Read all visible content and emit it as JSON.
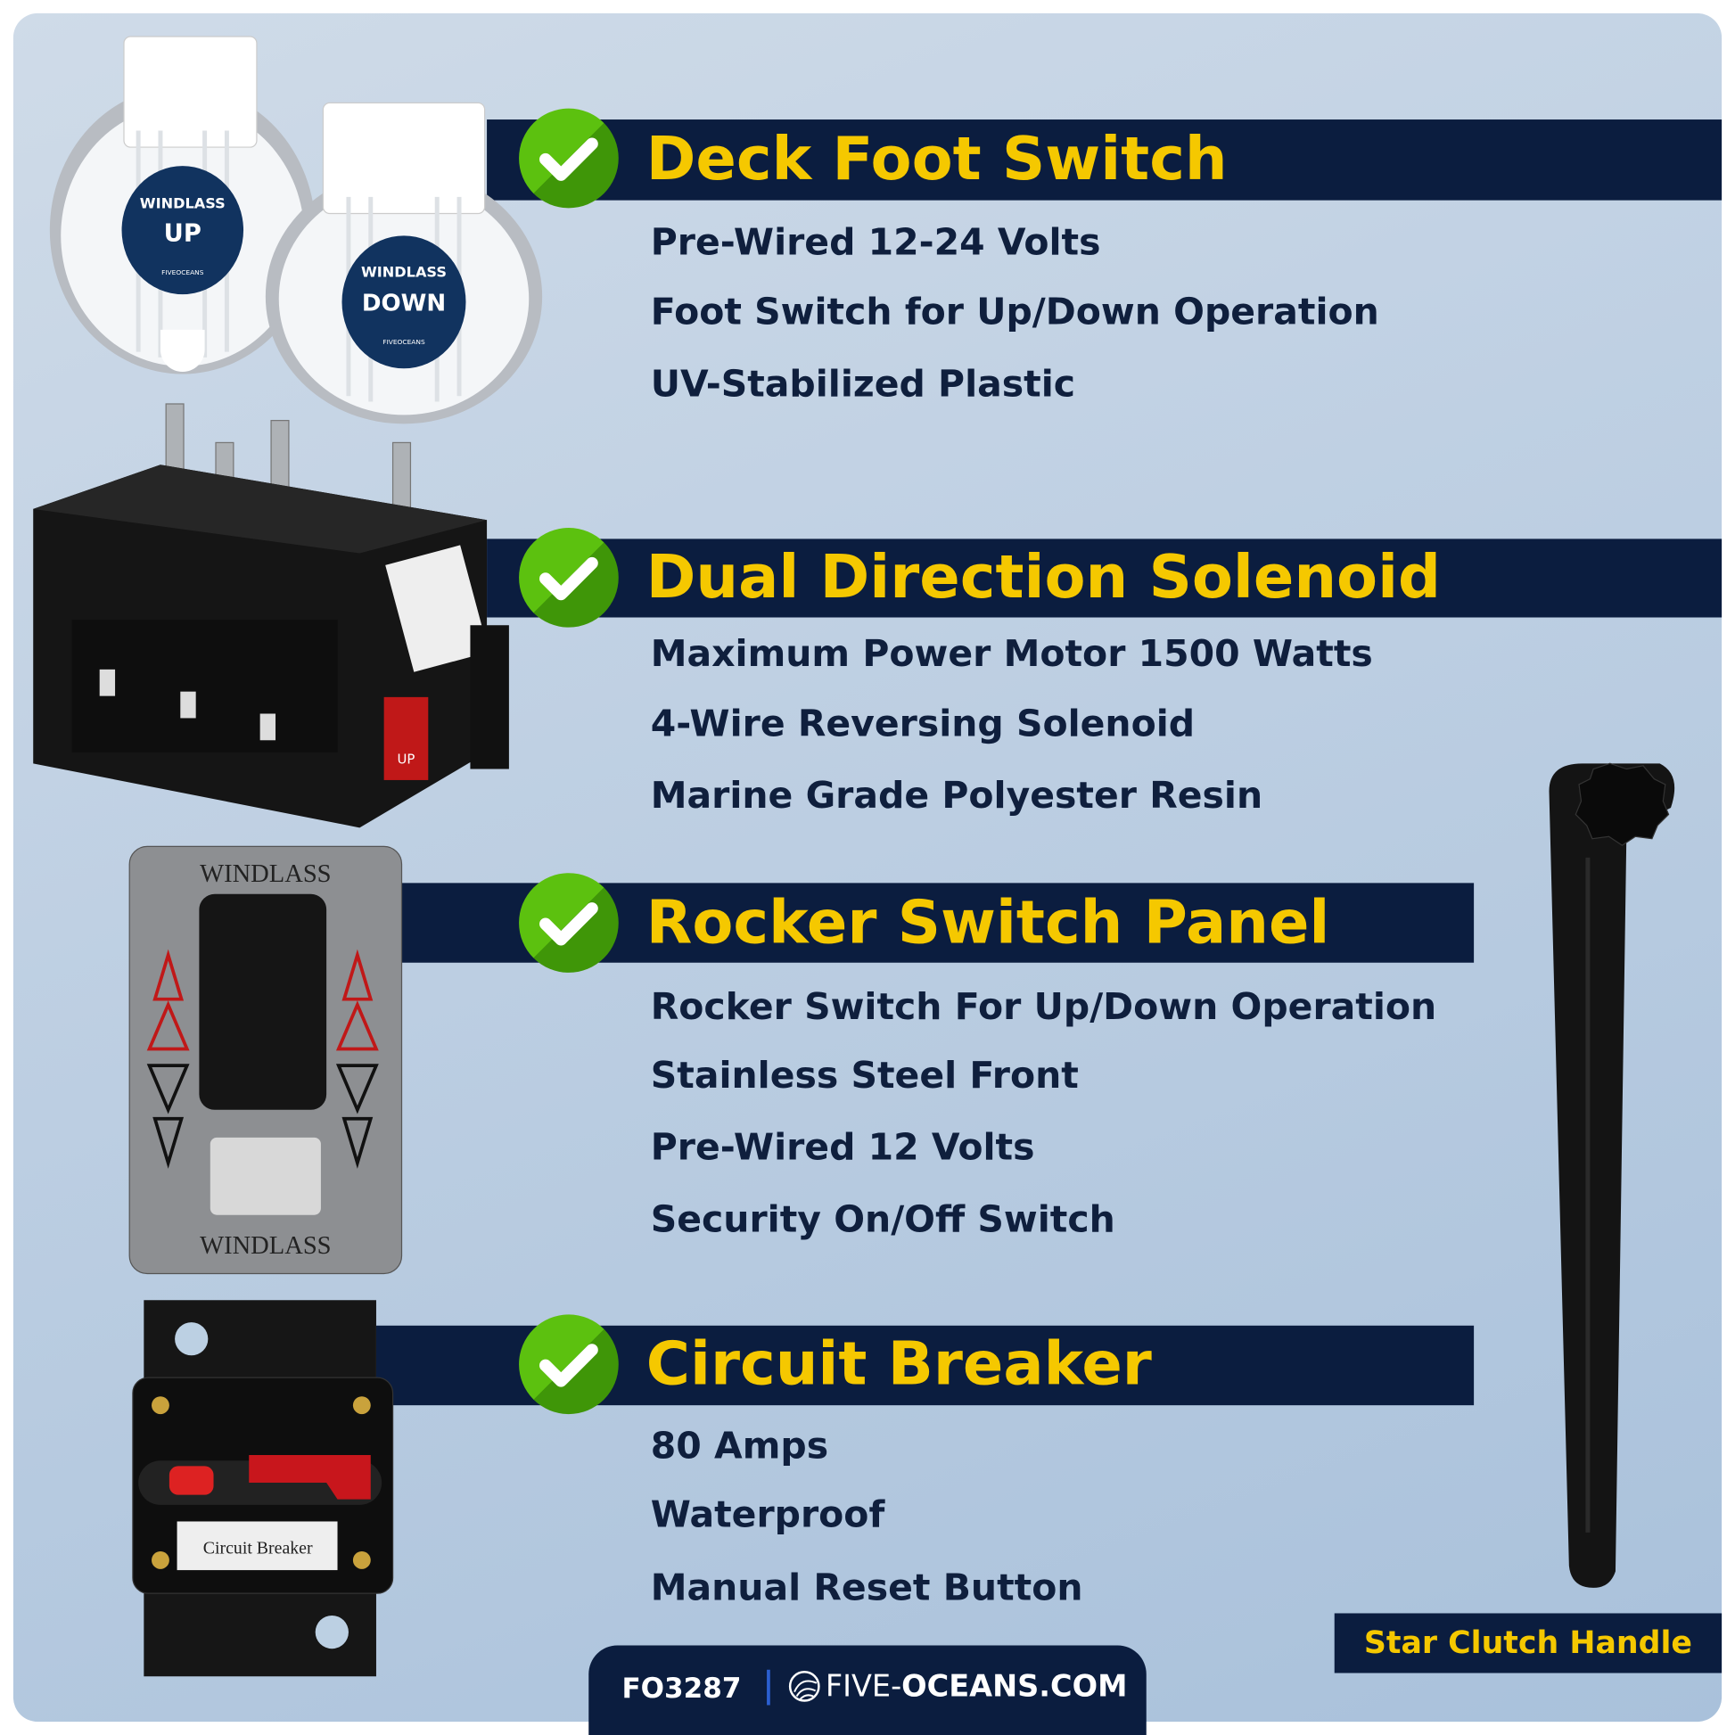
{
  "sections": [
    {
      "title": "Deck Foot Switch",
      "bullets": [
        "Pre-Wired  12-24 Volts",
        "Foot Switch for Up/Down Operation",
        "UV-Stabilized Plastic"
      ]
    },
    {
      "title": "Dual Direction Solenoid",
      "bullets": [
        "Maximum Power Motor 1500 Watts",
        "4-Wire Reversing Solenoid",
        "Marine Grade Polyester Resin"
      ]
    },
    {
      "title": "Rocker Switch Panel",
      "bullets": [
        "Rocker Switch For Up/Down Operation",
        "Stainless Steel Front",
        "Pre-Wired 12 Volts",
        "Security On/Off Switch"
      ]
    },
    {
      "title": "Circuit Breaker",
      "bullets": [
        "80 Amps",
        "Waterproof",
        "Manual Reset Button"
      ]
    }
  ],
  "product_labels": {
    "foot_up": {
      "brand": "WINDLASS",
      "dir": "UP",
      "maker": "FIVEOCEANS"
    },
    "foot_down": {
      "brand": "WINDLASS",
      "dir": "DOWN",
      "maker": "FIVEOCEANS"
    },
    "panel_top": "WINDLASS",
    "panel_bottom": "WINDLASS",
    "breaker_label": "Circuit Breaker",
    "solenoid_up": "UP"
  },
  "handle_label": "Star Clutch Handle",
  "footer": {
    "sku": "FO3287",
    "site_light": "FIVE-",
    "site_bold": "OCEANS.COM"
  },
  "colors": {
    "navy": "#0b1d3f",
    "yellow": "#f5c800",
    "green": "#5cc10f"
  }
}
